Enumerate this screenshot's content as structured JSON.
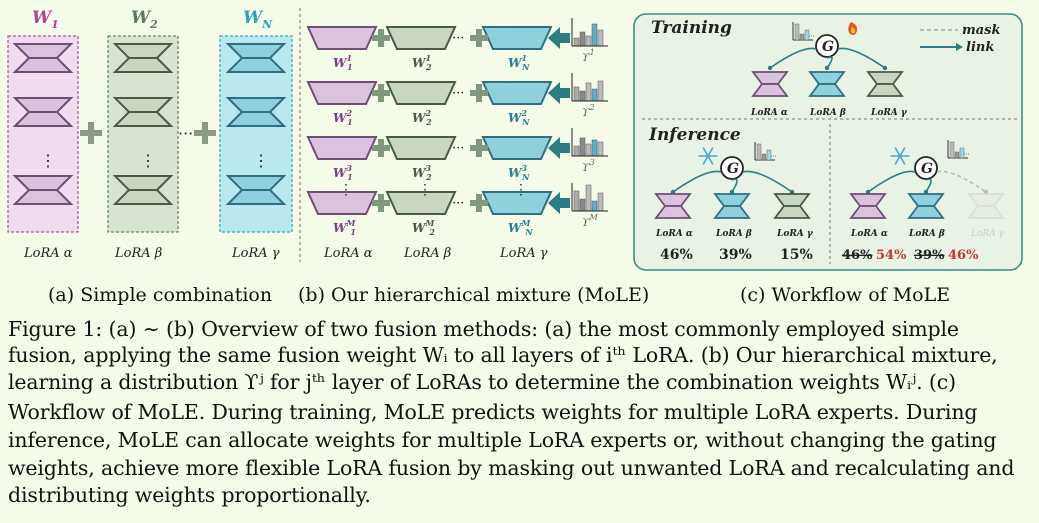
{
  "panel_a": {
    "weight_labels": [
      "W",
      "W",
      "W"
    ],
    "weight_subs": [
      "1",
      "2",
      "N"
    ],
    "lora_labels": [
      "LoRA α",
      "LoRA β",
      "LoRA γ"
    ]
  },
  "panel_b": {
    "row_sups": [
      "1",
      "2",
      "3",
      "M"
    ],
    "col_subs": [
      "1",
      "2",
      "N"
    ],
    "gate_sups": [
      "1",
      "2",
      "3",
      "M"
    ],
    "lora_labels": [
      "LoRA α",
      "LoRA β",
      "LoRA γ"
    ]
  },
  "panel_c": {
    "training_title": "Training",
    "inference_title": "Inference",
    "legend_mask": "mask",
    "legend_link": "link",
    "gate_label": "G",
    "training_loras": [
      "LoRA α",
      "LoRA β",
      "LoRA γ"
    ],
    "inference_left_loras": [
      "LoRA α",
      "LoRA β",
      "LoRA γ"
    ],
    "inference_left_weights": [
      "46%",
      "39%",
      "15%"
    ],
    "inference_right_loras": [
      "LoRA α",
      "LoRA β",
      "LoRA γ"
    ],
    "inference_right_old": [
      "46%",
      "39%"
    ],
    "inference_right_new": [
      "54%",
      "46%"
    ]
  },
  "subcaptions": {
    "a": "(a) Simple combination",
    "b": "(b) Our hierarchical mixture (MoLE)",
    "c": "(c) Workflow of MoLE"
  },
  "caption": {
    "line1": "Figure 1: (a) ∼ (b) Overview of two fusion methods: (a) the most commonly employed simple",
    "line2": "fusion, applying the same fusion weight Wᵢ to all layers of iᵗʰ LoRA. (b) Our hierarchical mixture,",
    "line3": "learning a distribution ϒʲ for jᵗʰ layer of LoRAs to determine the combination weights Wᵢʲ. (c)",
    "line4": "Workflow of MoLE. During training, MoLE predicts weights for multiple LoRA experts. During",
    "line5": "inference, MoLE can allocate weights for multiple LoRA experts or, without changing the gating",
    "line6": "weights, achieve more flexible LoRA fusion by masking out unwanted LoRA and recalculating and",
    "line7": "distributing weights proportionally."
  },
  "colors": {
    "purple_fill": "#dcc3dd",
    "purple_stroke": "#6f4d74",
    "green_fill": "#c8d6c2",
    "green_stroke": "#4a5a46",
    "cyan_fill": "#8fd0dd",
    "cyan_stroke": "#2f6f80",
    "title_purple": "#b0419f",
    "title_green": "#5a7a5a",
    "title_cyan": "#2aa3bd",
    "red": "#c0392b",
    "teal": "#2b7d83"
  }
}
